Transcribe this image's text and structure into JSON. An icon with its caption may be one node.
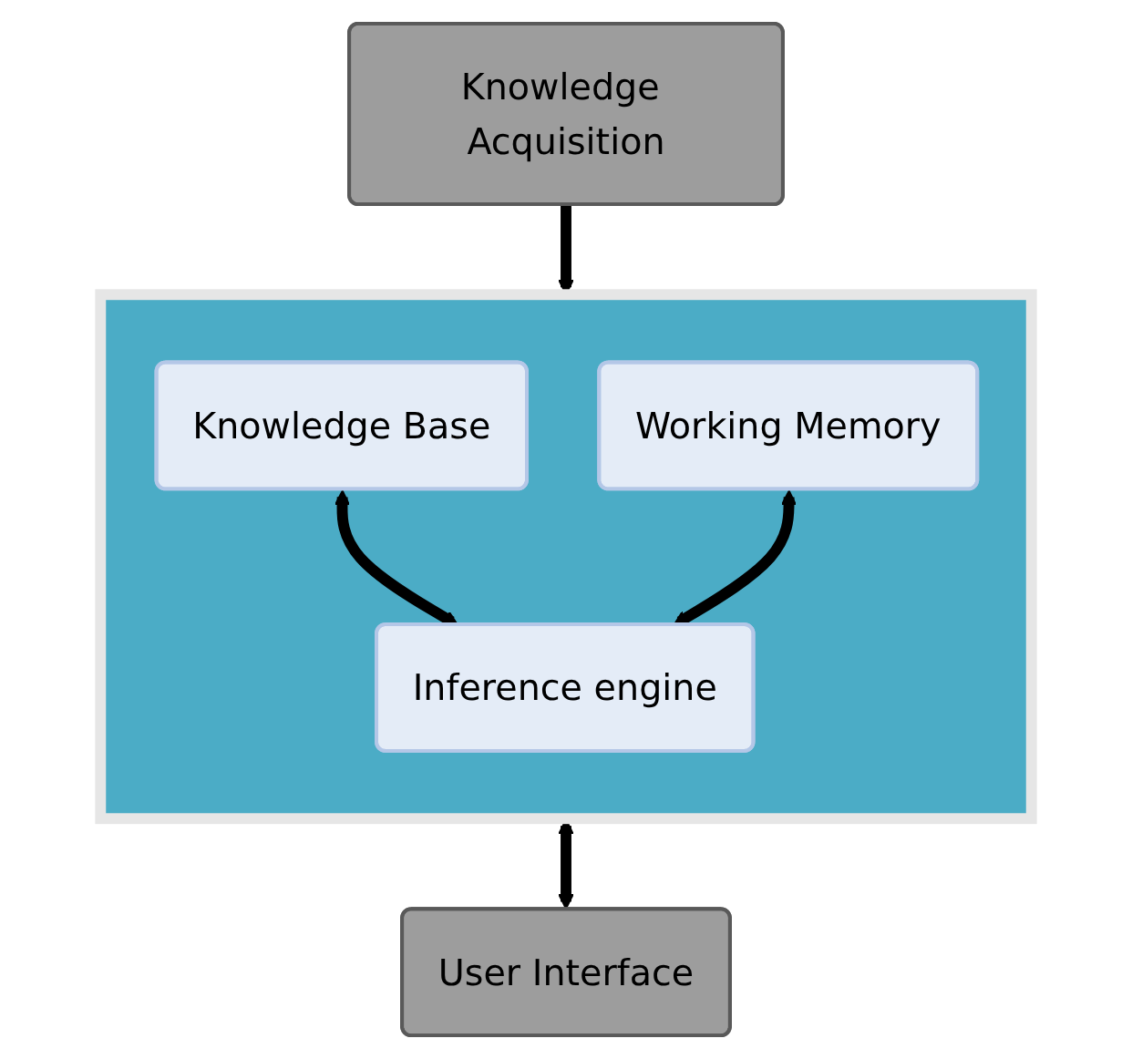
{
  "diagram": {
    "nodes": [
      {
        "text": [
          "Knowledge Acquisition"
        ]
      },
      {
        "text": [],
        "shape": "box"
      },
      {
        "text": [
          "Knowledge Base"
        ],
        "in": 1
      },
      {
        "text": [
          "Working Memory"
        ],
        "in": 1
      },
      {
        "text": [
          "Inference engine"
        ],
        "in": 1
      },
      {
        "text": [
          "User Interface"
        ]
      }
    ],
    "edges": [
      {
        "from": 0,
        "to": 1,
        "arrow": "to"
      },
      {
        "from": 2,
        "to": 4,
        "arrow": "both"
      },
      {
        "from": 3,
        "to": 4,
        "arrow": "both"
      },
      {
        "from": 1,
        "to": 5,
        "arrow": "both"
      }
    ]
  }
}
